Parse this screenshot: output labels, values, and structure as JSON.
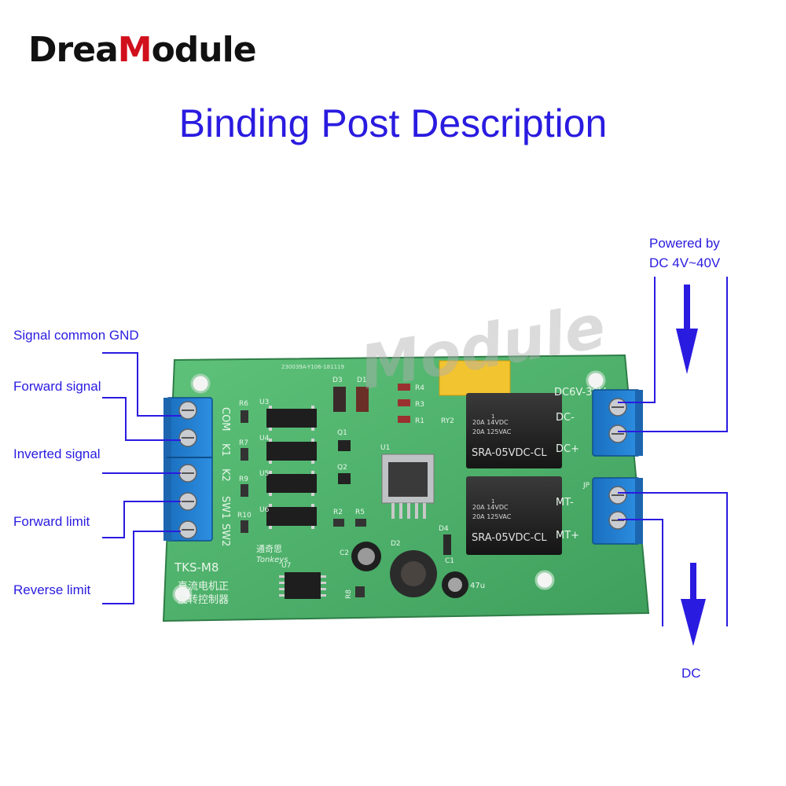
{
  "brand": {
    "name_pre": "Drea",
    "name_accent": "M",
    "name_post": "odule",
    "accent_color": "#d0101c"
  },
  "title": "Binding Post Description",
  "accent_color": "#2a1be0",
  "left_labels": [
    {
      "id": "com",
      "text": "Signal common GND"
    },
    {
      "id": "k1",
      "text": "Forward signal"
    },
    {
      "id": "k2",
      "text": "Inverted signal"
    },
    {
      "id": "sw1",
      "text": "Forward limit"
    },
    {
      "id": "sw2",
      "text": "Reverse limit"
    }
  ],
  "right_labels": {
    "power_line1": "Powered by",
    "power_line2": "DC 4V~40V",
    "motor": "DC"
  },
  "board": {
    "model": "TKS-M8",
    "chinese_line1": "直流电机正",
    "chinese_line2": "反转控制器",
    "brand_cn": "通奇思",
    "brand_en": "Tonkeys",
    "serial": "230039A-Y106-181119",
    "left_terminal_labels": [
      "COM",
      "K1",
      "K2",
      "SW1",
      "SW2"
    ],
    "power_label": "DC6V-30V",
    "dc_minus": "DC-",
    "dc_plus": "DC+",
    "mt_minus": "MT-",
    "mt_plus": "MT+",
    "relay_rating1": "20A 14VDC",
    "relay_rating2": "20A 125VAC",
    "relay_model": "SRA-05VDC-CL",
    "relay_pin": "1",
    "cap_value": "47u",
    "components": [
      "R6",
      "U3",
      "R7",
      "U4",
      "R9",
      "U5",
      "R10",
      "U6",
      "D3",
      "D1",
      "R4",
      "R3",
      "R1",
      "Q1",
      "Q2",
      "R2",
      "R5",
      "U1",
      "D4",
      "D2",
      "C2",
      "C1",
      "U7",
      "R8",
      "RY2",
      "JP"
    ]
  },
  "watermark": "Module"
}
